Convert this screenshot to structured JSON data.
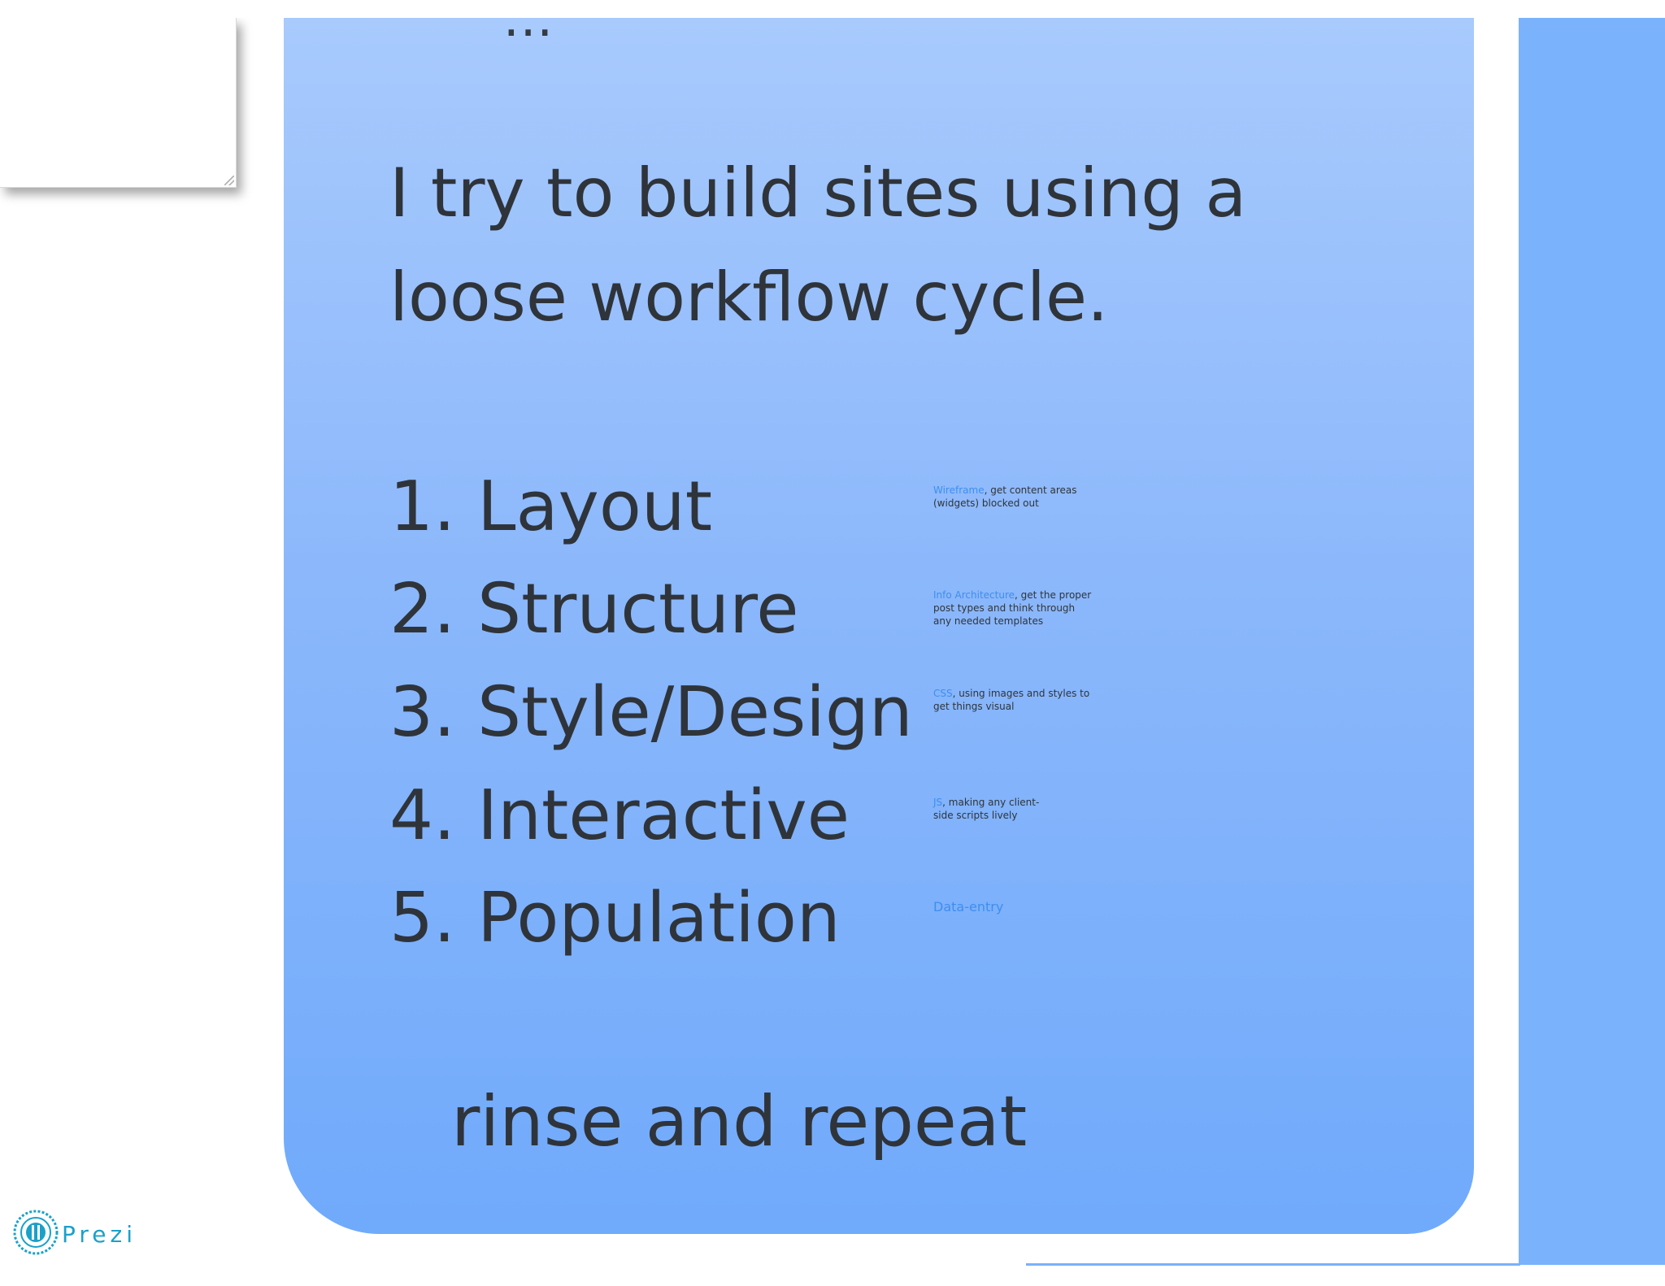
{
  "slide": {
    "cut_heading": "...",
    "heading": "I try to build sites using a loose workflow cycle.",
    "steps": [
      {
        "label": "1. Layout"
      },
      {
        "label": "2. Structure"
      },
      {
        "label": "3. Style/Design"
      },
      {
        "label": "4. Interactive"
      },
      {
        "label": "5. Population"
      }
    ],
    "notes": [
      {
        "keyword": "Wireframe",
        "text": ", get content areas (widgets) blocked out"
      },
      {
        "keyword": "Info Architecture",
        "text": ", get the proper post types and think through any needed templates"
      },
      {
        "keyword": "CSS",
        "text": ", using images and styles to get things visual"
      },
      {
        "keyword": "JS",
        "text": ", making any client-side scripts lively"
      },
      {
        "keyword": "Data-entry",
        "text": ""
      }
    ],
    "closing": "rinse and repeat"
  },
  "branding": {
    "logo_text": "Prezi",
    "logo_icon": "prezi-logo-icon"
  },
  "colors": {
    "card_top": "#a8cafd",
    "card_bottom": "#70aafb",
    "text": "#2f343a",
    "keyword": "#3e8ef0",
    "brand": "#1aa1c9"
  }
}
